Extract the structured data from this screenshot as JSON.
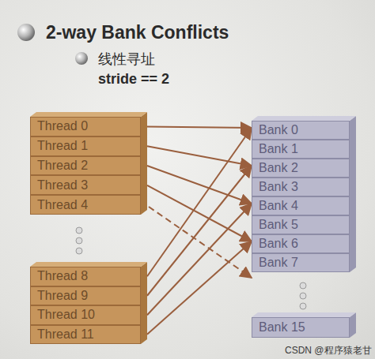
{
  "diagram": {
    "title": "2-way Bank Conflicts",
    "nodes": [
      {
        "text": [
          "Thread 0"
        ]
      },
      {
        "text": [
          "Thread 1"
        ]
      },
      {
        "text": [
          "Thread 2"
        ]
      },
      {
        "text": [
          "Thread 3"
        ]
      },
      {
        "text": [
          "Thread 4"
        ]
      },
      {
        "text": [
          "Thread 8"
        ]
      },
      {
        "text": [
          "Thread 9"
        ]
      },
      {
        "text": [
          "Thread 10"
        ]
      },
      {
        "text": [
          "Thread 11"
        ]
      },
      {
        "text": [
          "Bank 0"
        ]
      },
      {
        "text": [
          "Bank 1"
        ]
      },
      {
        "text": [
          "Bank 2"
        ]
      },
      {
        "text": [
          "Bank 3"
        ]
      },
      {
        "text": [
          "Bank 4"
        ]
      },
      {
        "text": [
          "Bank 5"
        ]
      },
      {
        "text": [
          "Bank 6"
        ]
      },
      {
        "text": [
          "Bank 7"
        ]
      },
      {
        "text": [
          "Bank 15"
        ]
      }
    ],
    "edges": [
      {
        "from": 0,
        "to": 9,
        "arrow": "to"
      },
      {
        "from": 1,
        "to": 11,
        "arrow": "to"
      },
      {
        "from": 2,
        "to": 13,
        "arrow": "to"
      },
      {
        "from": 3,
        "to": 15,
        "arrow": "to"
      },
      {
        "from": 5,
        "to": 9,
        "arrow": "to"
      },
      {
        "from": 6,
        "to": 11,
        "arrow": "to"
      },
      {
        "from": 7,
        "to": 13,
        "arrow": "to"
      },
      {
        "from": 8,
        "to": 15,
        "arrow": "to"
      }
    ],
    "labels": [
      "线性寻址",
      "stride == 2",
      "CSDN @程序猿老甘"
    ]
  }
}
